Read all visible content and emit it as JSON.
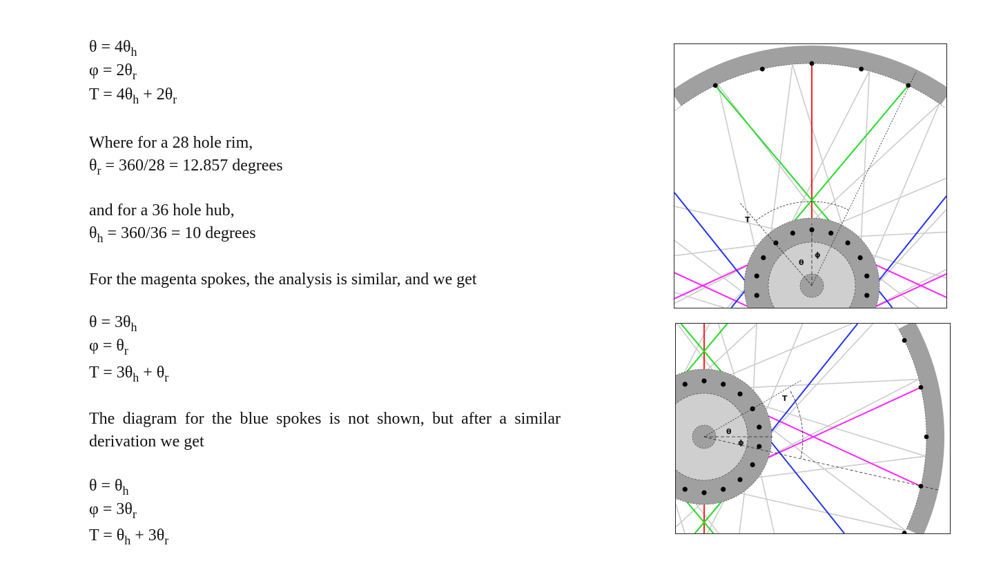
{
  "block1": {
    "eq1": {
      "lhs": "θ = 4θ",
      "sub1": "h"
    },
    "eq2": {
      "lhs": "φ = 2θ",
      "sub1": "r"
    },
    "eq3": {
      "lhs": "T = 4θ",
      "sub1": "h",
      "mid": " + 2θ",
      "sub2": "r"
    }
  },
  "rim_text": {
    "line1": "Where for a 28 hole rim,",
    "line2_lhs": "θ",
    "line2_sub": "r",
    "line2_rest": " = 360/28 = 12.857 degrees"
  },
  "hub_text": {
    "line1": "and for a 36 hole hub,",
    "line2_lhs": "θ",
    "line2_sub": "h",
    "line2_rest": " = 360/36 = 10 degrees"
  },
  "magenta_text": "For the magenta spokes, the analysis is similar, and we get",
  "block2": {
    "eq1": {
      "lhs": "θ = 3θ",
      "sub1": "h"
    },
    "eq2": {
      "lhs": "φ = θ",
      "sub1": "r"
    },
    "eq3": {
      "lhs": "T = 3θ",
      "sub1": "h",
      "mid": " + θ",
      "sub2": "r"
    }
  },
  "blue_text": "The diagram for the blue spokes is not shown, but after a similar derivation we get",
  "block3": {
    "eq1": {
      "lhs": "θ = θ",
      "sub1": "h"
    },
    "eq2": {
      "lhs": "φ = 3θ",
      "sub1": "r"
    },
    "eq3": {
      "lhs": "T = θ",
      "sub1": "h",
      "mid": " + 3θ",
      "sub2": "r"
    }
  },
  "figures": {
    "fig1_labels": {
      "tau": "T",
      "theta": "θ",
      "phi": "ϕ"
    },
    "fig2_labels": {
      "tau": "T",
      "theta": "θ",
      "phi": "ϕ"
    },
    "colors": {
      "red": "#ff2020",
      "green": "#22dd22",
      "magenta": "#ff22ff",
      "blue": "#2233ee",
      "gray": "#cccccc",
      "rim": "#a0a0a0",
      "hub": "#a0a0a0",
      "hub_inner": "#cfcfcf"
    }
  }
}
